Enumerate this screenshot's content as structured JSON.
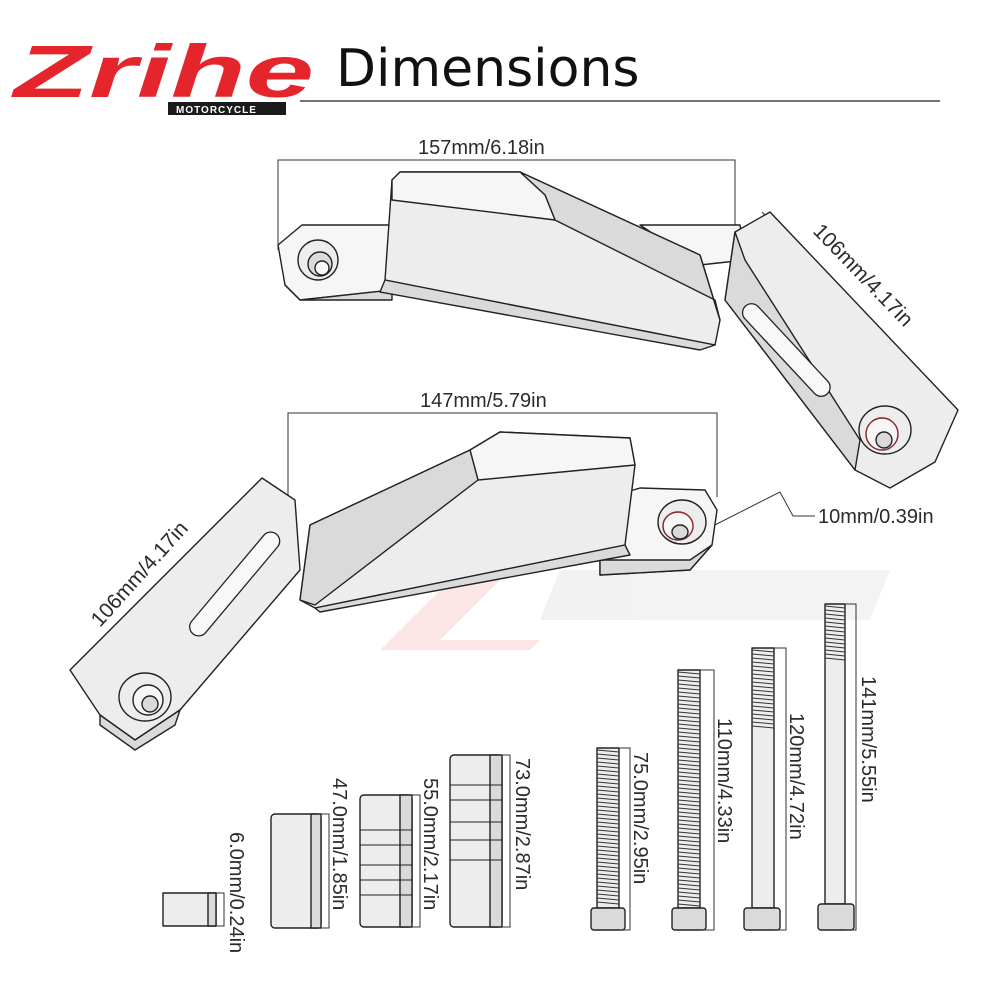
{
  "brand": {
    "logo_text": "Zrihe",
    "logo_subtext": "MOTORCYCLE",
    "accent": "#e4262c",
    "dark": "#1a1a1a"
  },
  "header": {
    "title": "Dimensions"
  },
  "dimensions": {
    "top_frame_width": "157mm/6.18in",
    "top_arm_length": "106mm/4.17in",
    "bottom_frame_width": "147mm/5.79in",
    "bottom_arm_length": "106mm/4.17in",
    "hole_diameter": "10mm/0.39in"
  },
  "spacers": {
    "washer": "6.0mm/0.24in",
    "spacer_47": "47.0mm/1.85in",
    "spacer_55": "55.0mm/2.17in",
    "spacer_73": "73.0mm/2.87in"
  },
  "bolts": {
    "bolt_75": "75.0mm/2.95in",
    "bolt_110": "110mm/4.33in",
    "bolt_120": "120mm/4.72in",
    "bolt_141": "141mm/5.55in"
  }
}
